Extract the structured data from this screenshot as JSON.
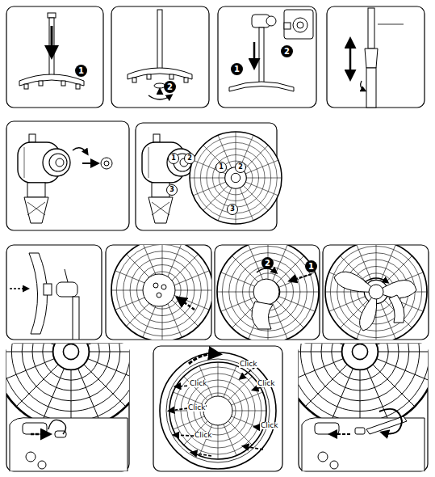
{
  "diagram": {
    "labels": [
      "1",
      "2",
      "1",
      "2",
      "1",
      "2",
      "3",
      "1",
      "2",
      "3",
      "2",
      "1",
      "Click",
      "Click",
      "Click",
      "Click",
      "Click",
      "Click"
    ]
  }
}
